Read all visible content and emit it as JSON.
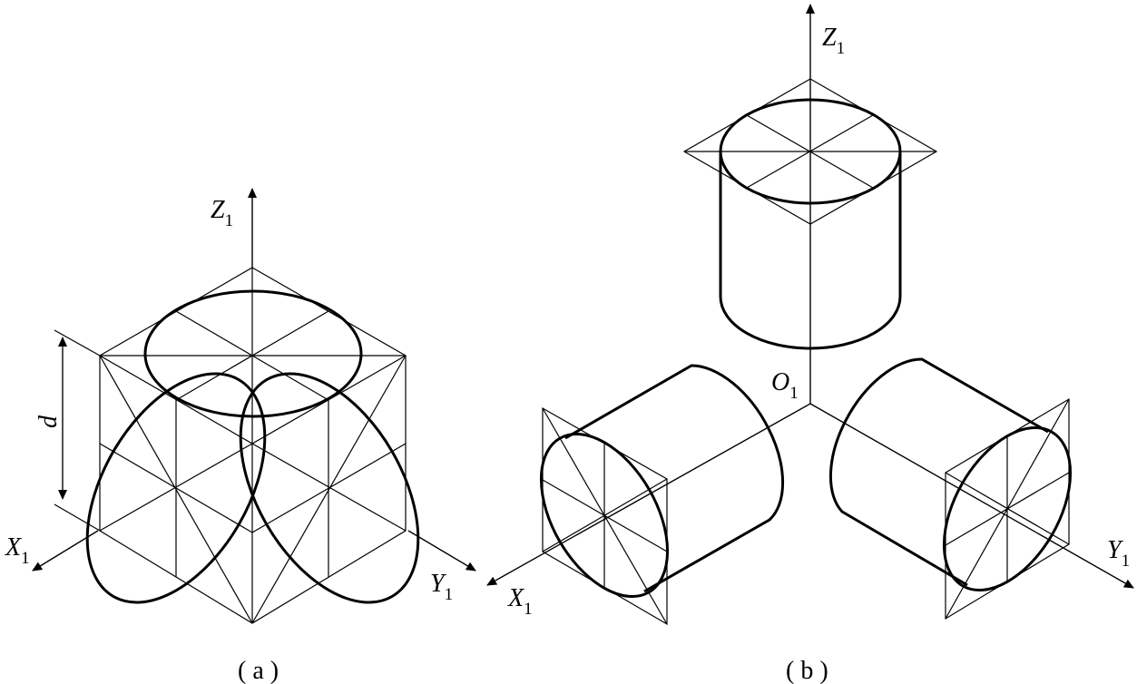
{
  "figure_a": {
    "caption": "( a )",
    "axes": {
      "z": {
        "letter": "Z",
        "sub": "1"
      },
      "x": {
        "letter": "X",
        "sub": "1"
      },
      "y": {
        "letter": "Y",
        "sub": "1"
      }
    },
    "dimension_label": "d"
  },
  "figure_b": {
    "caption": "( b )",
    "origin": {
      "letter": "O",
      "sub": "1"
    },
    "axes": {
      "z": {
        "letter": "Z",
        "sub": "1"
      },
      "x": {
        "letter": "X",
        "sub": "1"
      },
      "y": {
        "letter": "Y",
        "sub": "1"
      }
    }
  }
}
